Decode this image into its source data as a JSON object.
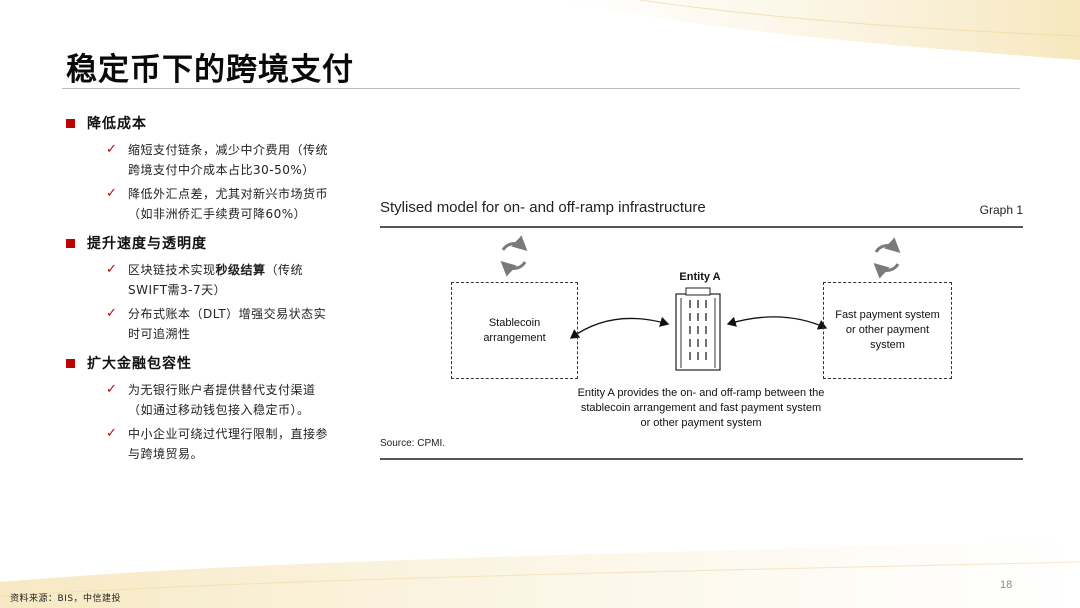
{
  "page": {
    "title": "稳定币下的跨境支付",
    "page_number": "18",
    "footer_source": "资料来源：BIS，中信建投"
  },
  "sections": [
    {
      "title": "降低成本",
      "items": [
        {
          "text": "缩短支付链条，减少中介费用（传统跨境支付中介成本占比30-50%）"
        },
        {
          "text": "降低外汇点差，尤其对新兴市场货币（如非洲侨汇手续费可降60%）"
        }
      ]
    },
    {
      "title": "提升速度与透明度",
      "items": [
        {
          "before": "区块链技术实现",
          "bold": "秒级结算",
          "after": "（传统SWIFT需3-7天）"
        },
        {
          "text": "分布式账本（DLT）增强交易状态实时可追溯性"
        }
      ]
    },
    {
      "title": "扩大金融包容性",
      "items": [
        {
          "text": "为无银行账户者提供替代支付渠道（如通过移动钱包接入稳定币）。"
        },
        {
          "text": "中小企业可绕过代理行限制，直接参与跨境贸易。"
        }
      ]
    }
  ],
  "figure": {
    "title": "Stylised model for on- and off-ramp infrastructure",
    "graph_label": "Graph 1",
    "left_box": "Stablecoin arrangement",
    "right_box": "Fast payment system or other payment system",
    "entity_label": "Entity A",
    "caption": "Entity A provides the on- and off-ramp between the stablecoin arrangement and fast payment system or other payment system",
    "source": "Source: CPMI."
  },
  "icons": {
    "bullet": "red-square-icon",
    "check": "check-icon",
    "cycle": "cycle-arrows-icon",
    "building": "building-icon",
    "arrow": "double-arrow-icon"
  },
  "colors": {
    "accent": "#c00000",
    "text": "#111111",
    "rule": "#555555",
    "cycle_icon": "#7a7a7a"
  }
}
